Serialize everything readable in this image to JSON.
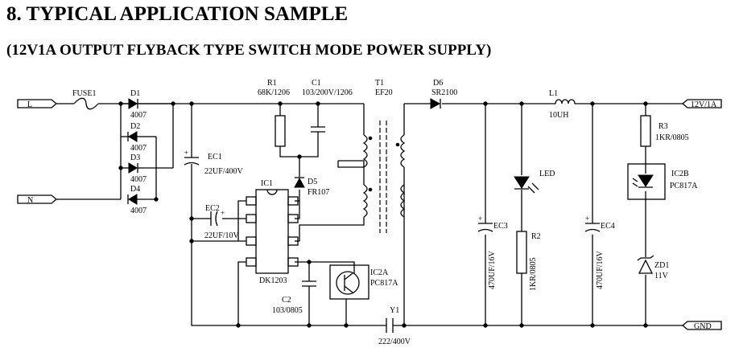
{
  "title": "8. TYPICAL APPLICATION SAMPLE",
  "subtitle": "(12V1A OUTPUT FLYBACK TYPE SWITCH MODE POWER SUPPLY)",
  "terminals": {
    "L": "L",
    "N": "N",
    "out": "12V/1A",
    "gnd": "GND"
  },
  "components": {
    "fuse": {
      "ref": "FUSE1"
    },
    "d1": {
      "ref": "D1",
      "value": "4007"
    },
    "d2": {
      "ref": "D2",
      "value": "4007"
    },
    "d3": {
      "ref": "D3",
      "value": "4007"
    },
    "d4": {
      "ref": "D4",
      "value": "4007"
    },
    "ec1": {
      "ref": "EC1",
      "value": "22UF/400V"
    },
    "r1": {
      "ref": "R1",
      "value": "68K/1206"
    },
    "c1": {
      "ref": "C1",
      "value": "103/200V/1206"
    },
    "t1": {
      "ref": "T1",
      "value": "EF20"
    },
    "d5": {
      "ref": "D5",
      "value": "FR107"
    },
    "ic1": {
      "ref": "IC1",
      "value": "DK1203"
    },
    "ec2": {
      "ref": "EC2",
      "value": "22UF/10V"
    },
    "c2": {
      "ref": "C2",
      "value": "103/0805"
    },
    "ic2a": {
      "ref": "IC2A",
      "value": "PC817A"
    },
    "y1": {
      "ref": "Y1",
      "value": "222/400V"
    },
    "d6": {
      "ref": "D6",
      "value": "SR2100"
    },
    "ec3": {
      "ref": "EC3",
      "value": "470UF/16V"
    },
    "led": {
      "ref": "LED"
    },
    "r2": {
      "ref": "R2",
      "value": "1KR/0805"
    },
    "l1": {
      "ref": "L1",
      "value": "10UH"
    },
    "ec4": {
      "ref": "EC4",
      "value": "470UF/16V"
    },
    "r3": {
      "ref": "R3",
      "value": "1KR/0805"
    },
    "ic2b": {
      "ref": "IC2B",
      "value": "PC817A"
    },
    "zd1": {
      "ref": "ZD1",
      "value": "11V"
    }
  }
}
